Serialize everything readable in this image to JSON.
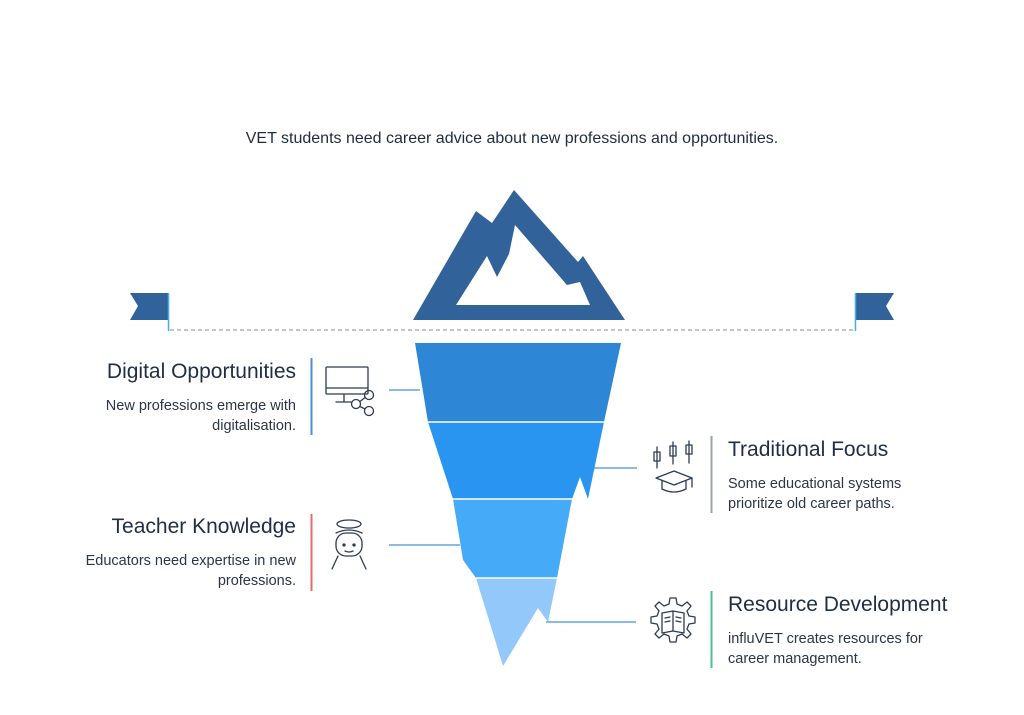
{
  "headline": "VET students need career advice about new professions and opportunities.",
  "items": [
    {
      "title": "Digital Opportunities",
      "description": "New professions emerge with digitalisation.",
      "icon": "computer-share-icon",
      "accent": "#4a8fd8"
    },
    {
      "title": "Traditional Focus",
      "description": "Some educational systems prioritize old career paths.",
      "icon": "graduation-chart-icon",
      "accent": "#9aa3ad"
    },
    {
      "title": "Teacher Knowledge",
      "description": "Educators need expertise in new professions.",
      "icon": "teacher-face-icon",
      "accent": "#e46d6d"
    },
    {
      "title": "Resource Development",
      "description": "influVET creates resources for career management.",
      "icon": "gear-book-icon",
      "accent": "#4fc08d"
    }
  ],
  "colors": {
    "mountain": "#32629a",
    "flag": "#32629a",
    "waterline": "#9aa3ad",
    "layer1": "#2e86d6",
    "layer2": "#2a95f0",
    "layer3": "#45aaf7",
    "layer4": "#93c8fb",
    "connector": "#4a8fd8",
    "icon_stroke": "#2e3b52"
  }
}
